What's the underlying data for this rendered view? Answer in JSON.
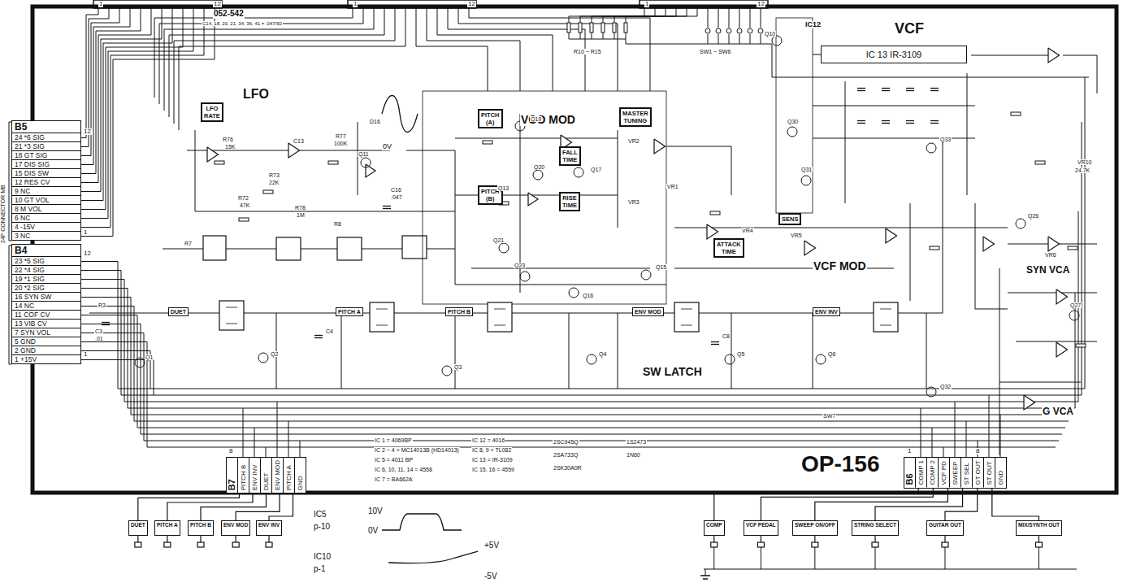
{
  "diagram": {
    "nodes": [
      {
        "text": [
          "B5",
          "24 *6 SIG",
          "21 *3 SIG",
          "18 GT SIG",
          "17 DIS SIG",
          "15 DIS SW",
          "12 RES CV",
          "9 NC",
          "10 GT VOL",
          "8 M VOL",
          "6 NC",
          "4 -15V",
          "3 NC"
        ]
      },
      {
        "text": [
          "B4",
          "23 *5 SIG",
          "22 *4 SIG",
          "19 *1 SIG",
          "20 *2 SIG",
          "16 SYN SW",
          "14 NC",
          "11 COF CV",
          "13 VIB CV",
          "7 SYN VOL",
          "5 GND",
          "2 GND",
          "1 +15V"
        ]
      },
      {
        "text": [
          "LFO RATE"
        ]
      },
      {
        "text": [
          "PITCH (A)"
        ]
      },
      {
        "text": [
          "PITCH (B)"
        ]
      },
      {
        "text": [
          "MASTER TUNING"
        ]
      },
      {
        "text": [
          "FALL TIME"
        ]
      },
      {
        "text": [
          "RISE TIME"
        ]
      },
      {
        "text": [
          "IC 13 IR-3109"
        ]
      },
      {
        "text": [
          "ATTACK TIME"
        ]
      },
      {
        "text": [
          "SENS"
        ]
      },
      {
        "text": [
          "DUET"
        ]
      },
      {
        "text": [
          "PITCH A"
        ]
      },
      {
        "text": [
          "PITCH B"
        ]
      },
      {
        "text": [
          "ENV MOD"
        ]
      },
      {
        "text": [
          "ENV INV"
        ]
      },
      {
        "text": [
          "B7",
          "PITCH B",
          "ENV INV",
          "DUET",
          "ENV MOD",
          "PITCH A",
          "GND"
        ]
      },
      {
        "text": [
          "B6",
          "COMP 1",
          "COMP 2",
          "VCF PD",
          "SWEEP",
          "ST SEL",
          "GT OUT",
          "ST OUT",
          "GND"
        ]
      },
      {
        "text": [
          "DUET"
        ]
      },
      {
        "text": [
          "PITCH A"
        ]
      },
      {
        "text": [
          "PITCH B"
        ]
      },
      {
        "text": [
          "ENV MOD"
        ]
      },
      {
        "text": [
          "ENV INV"
        ]
      },
      {
        "text": [
          "COMP"
        ]
      },
      {
        "text": [
          "VCF PEDAL"
        ]
      },
      {
        "text": [
          "SWEEP ON/OFF"
        ]
      },
      {
        "text": [
          "STRING SELECT"
        ]
      },
      {
        "text": [
          "GUITAR OUT"
        ]
      },
      {
        "text": [
          "MIX/SYNTH OUT"
        ]
      }
    ],
    "edges": [
      {
        "from": 16,
        "to": 18,
        "arrow": "none"
      },
      {
        "from": 16,
        "to": 19,
        "arrow": "none"
      },
      {
        "from": 16,
        "to": 20,
        "arrow": "none"
      },
      {
        "from": 16,
        "to": 21,
        "arrow": "none"
      },
      {
        "from": 16,
        "to": 22,
        "arrow": "none"
      },
      {
        "from": 17,
        "to": 23,
        "arrow": "none"
      },
      {
        "from": 17,
        "to": 24,
        "arrow": "none"
      },
      {
        "from": 17,
        "to": 25,
        "arrow": "none"
      },
      {
        "from": 17,
        "to": 26,
        "arrow": "none"
      },
      {
        "from": 17,
        "to": 27,
        "arrow": "none"
      },
      {
        "from": 17,
        "to": 28,
        "arrow": "none"
      }
    ],
    "labels": [
      "052-542",
      "C14, 18, 20, 21, 34, 36, 41 = .047/50",
      "1",
      "12",
      "1",
      "12",
      "1",
      "12",
      "LFO",
      "VCO MOD",
      "VCF",
      "VCF MOD",
      "SYN VCA",
      "G VCA",
      "SW LATCH",
      "OP-156",
      "24P CONNECTOR MB",
      "12",
      "1",
      "12",
      "1",
      "8",
      "1",
      "8",
      "IC 1 = 4069BP",
      "IC 2 ~ 4 = MC14013B (HD14013)",
      "IC 5 = 4011 BP",
      "IC 6, 10, 11, 14 = 4558",
      "IC 7 = BA662A",
      "IC 12 = 4016",
      "IC 8, 9 = TL082",
      "IC 13 = IR-3109",
      "IC 15, 16 = 4559",
      "2SC945Q",
      "2SA733Q",
      "2SK30A0R",
      "1S2473",
      "1N60",
      "IC5",
      "p-10",
      "10V",
      "0V",
      "IC10",
      "p-1",
      "+5V",
      "-5V",
      "R76",
      "15K",
      "R77",
      "100K",
      "R72",
      "47K",
      "R73",
      "22K",
      "R78",
      "1M",
      "C13",
      "Q11",
      "D16",
      "C16",
      ".047",
      "0V",
      "Q13",
      "Q19",
      "Q20",
      "Q21",
      "Q23",
      "Q17",
      "Q16",
      "Q15",
      "Q10",
      "IC12",
      "Q30",
      "Q31",
      "Q33",
      "Q32",
      "Q26",
      "Q27",
      "SW1 ~ SW6",
      "R10 ~ R15",
      "VR1",
      "VR2",
      "VR3",
      "VR4",
      "VR5",
      "VR6",
      "VR10",
      "24.7K",
      "SW7",
      "Q1",
      "Q2",
      "Q3",
      "Q4",
      "Q5",
      "Q6",
      "C3",
      ".01",
      "R3",
      "C4",
      "C8",
      "R7",
      "R8"
    ]
  }
}
